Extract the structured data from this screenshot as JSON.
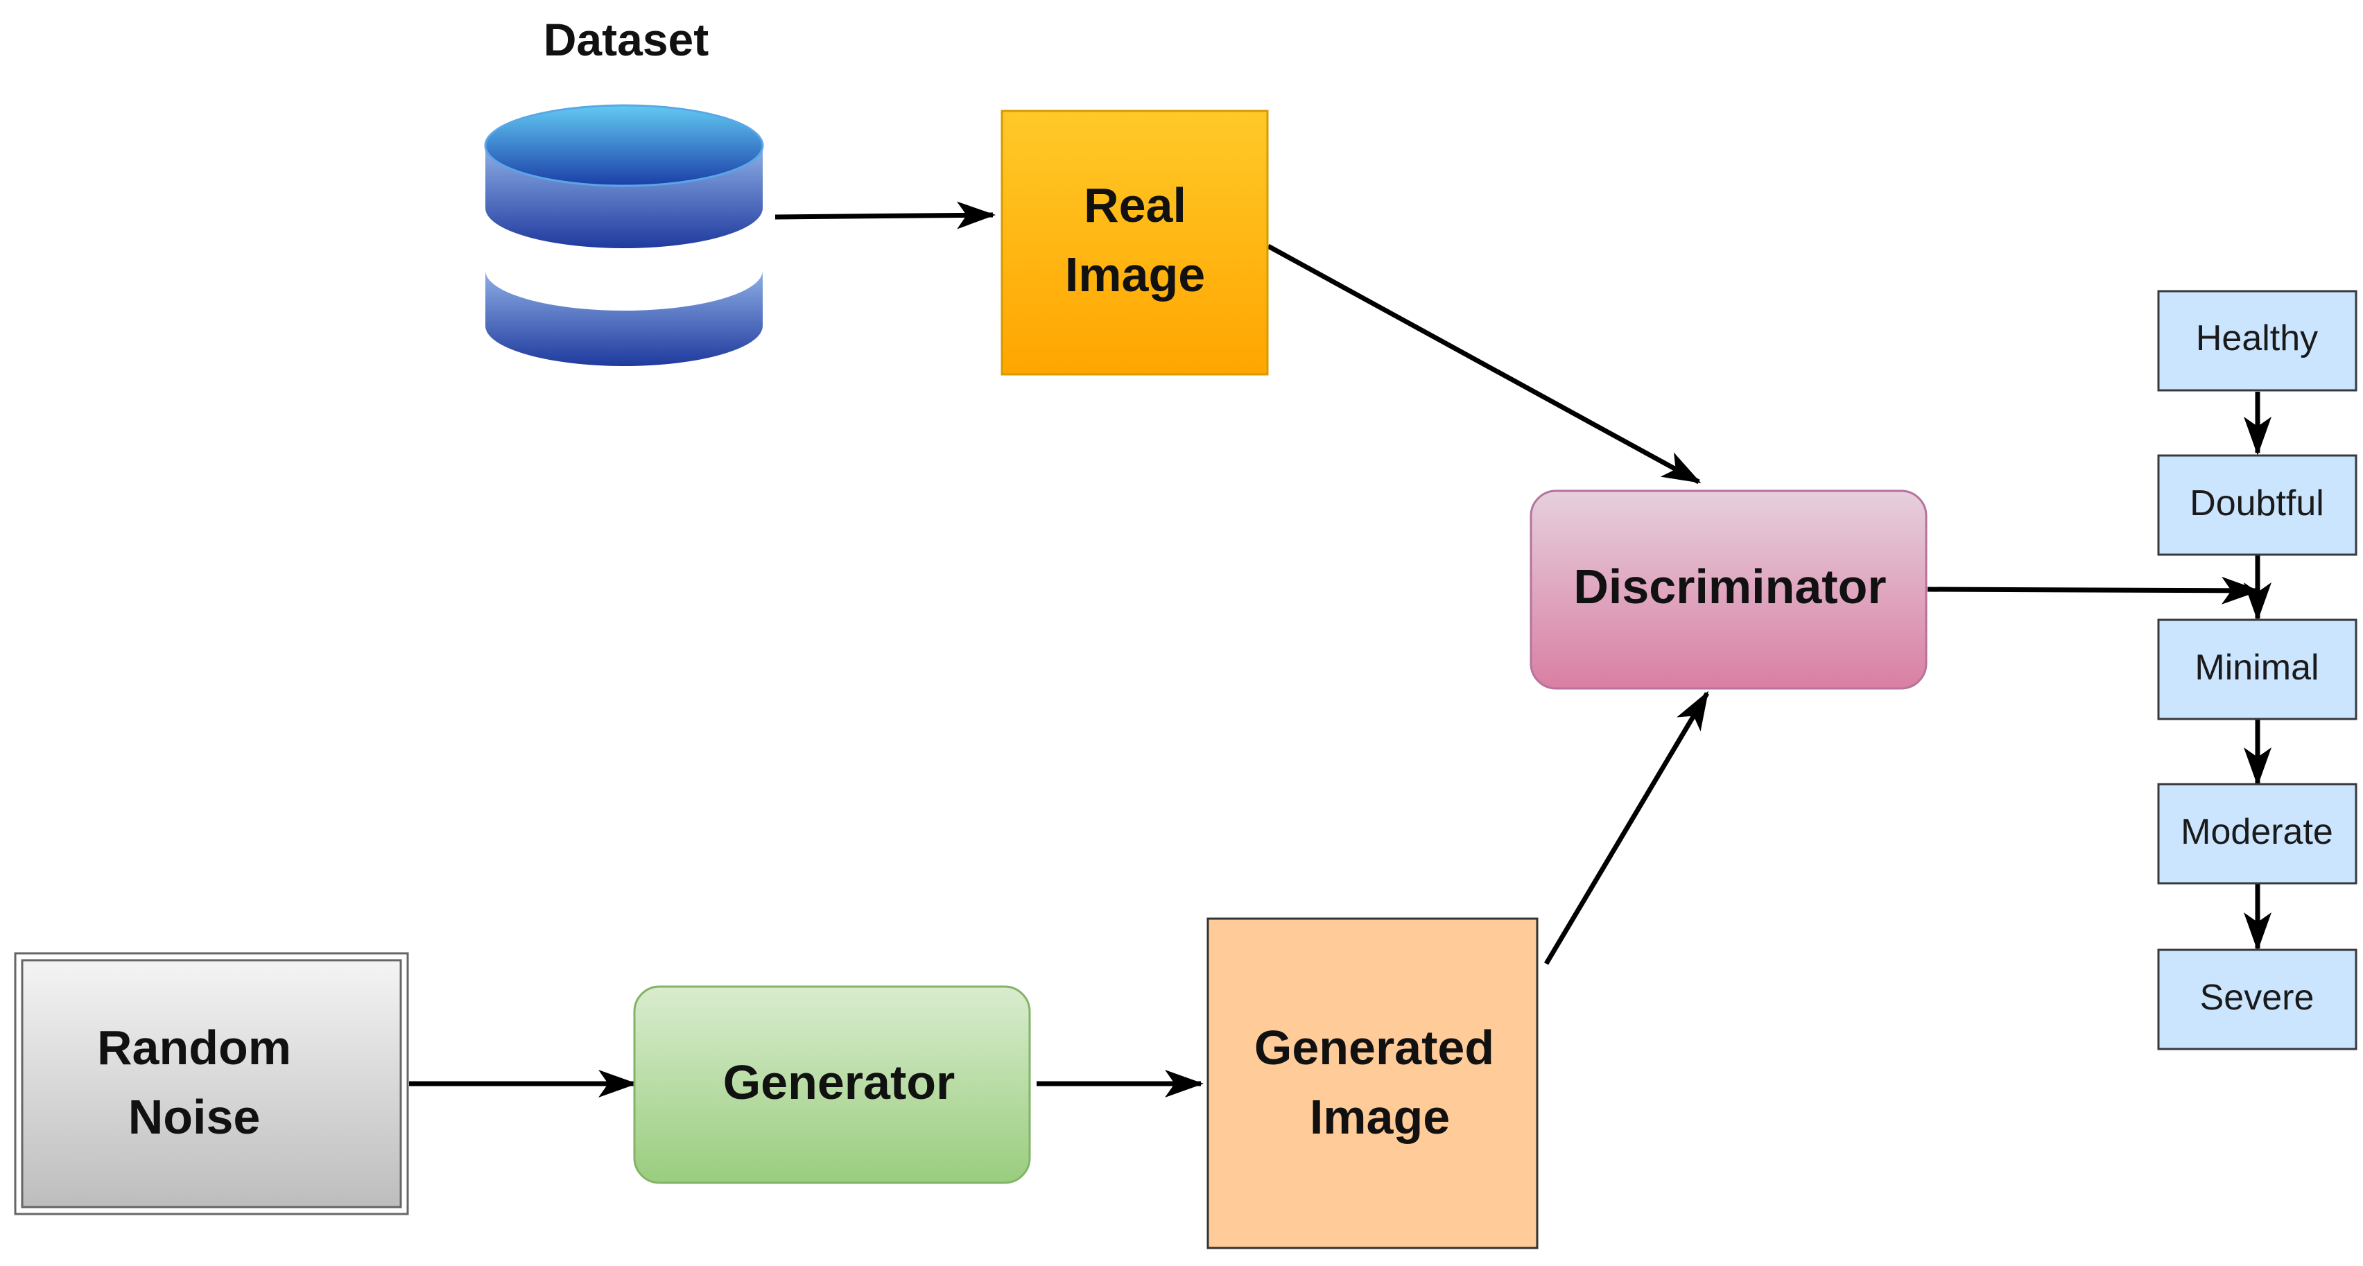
{
  "diagram": {
    "dataset_label": "Dataset",
    "nodes": {
      "real_image": [
        "Real",
        "Image"
      ],
      "discriminator": "Discriminator",
      "random_noise": [
        "Random",
        "Noise"
      ],
      "generator": "Generator",
      "generated_image": [
        "Generated",
        "Image"
      ]
    },
    "classes": [
      "Healthy",
      "Doubtful",
      "Minimal",
      "Moderate",
      "Severe"
    ],
    "colors": {
      "real_image_top": "#ffc928",
      "real_image_bottom": "#ffa500",
      "discriminator_top": "#e6d0dd",
      "discriminator_bottom": "#d97fa3",
      "generator_top": "#d9eccf",
      "generator_bottom": "#9acd7e",
      "generated_image_fill": "#ffcc99",
      "random_noise_top": "#f4f4f4",
      "random_noise_bottom": "#bdbdbd",
      "class_fill": "#cce5ff",
      "dataset_top": "#62c9f2",
      "dataset_bottom": "#1b3fa8"
    }
  }
}
